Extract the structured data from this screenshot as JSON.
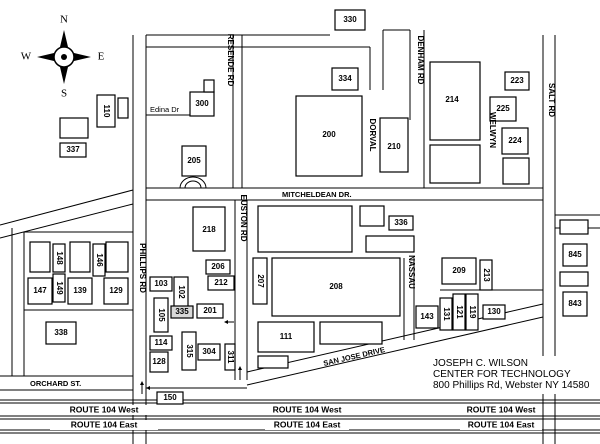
{
  "address": {
    "line1": "JOSEPH C. WILSON",
    "line2": "CENTER FOR TECHNOLOGY",
    "line3": "800 Phillips Rd, Webster NY 14580"
  },
  "compass": {
    "n": "N",
    "s": "S",
    "e": "E",
    "w": "W"
  },
  "roads": {
    "orchard": "ORCHARD ST.",
    "mitcheldean": "MITCHELDEAN DR.",
    "san_jose": "SAN JOSE DRIVE",
    "edina": "Edina Dr",
    "route104_west": "ROUTE 104 West",
    "route104_east": "ROUTE 104 East",
    "resende": "RESENDE RD",
    "denham": "DENHAM RD",
    "salt": "SALT RD",
    "dorval": "DORVAL",
    "welwyn": "WELWYN",
    "euston": "EUSTON RD",
    "nassau": "NASSAU",
    "phillips": "PHILLIPS RD"
  },
  "buildings": {
    "b330": "330",
    "b334": "334",
    "b300": "300",
    "b200": "200",
    "b205": "205",
    "b214": "214",
    "b223": "223",
    "b225": "225",
    "b224": "224",
    "b210": "210",
    "b110": "110",
    "b337": "337",
    "b218": "218",
    "b336": "336",
    "b845": "845",
    "b843": "843",
    "b206": "206",
    "b212": "212",
    "b207": "207",
    "b208": "208",
    "b209": "209",
    "b213": "213",
    "b103": "103",
    "b102": "102",
    "b105": "105",
    "b335": "335",
    "b201": "201",
    "b111": "111",
    "b143": "143",
    "b131": "131",
    "b121": "121",
    "b119": "119",
    "b130": "130",
    "b114": "114",
    "b315": "315",
    "b304": "304",
    "b311": "311",
    "b128": "128",
    "b150": "150",
    "b148": "148",
    "b146": "146",
    "b147": "147",
    "b139": "139",
    "b149": "149",
    "b129": "129",
    "b338": "338"
  }
}
